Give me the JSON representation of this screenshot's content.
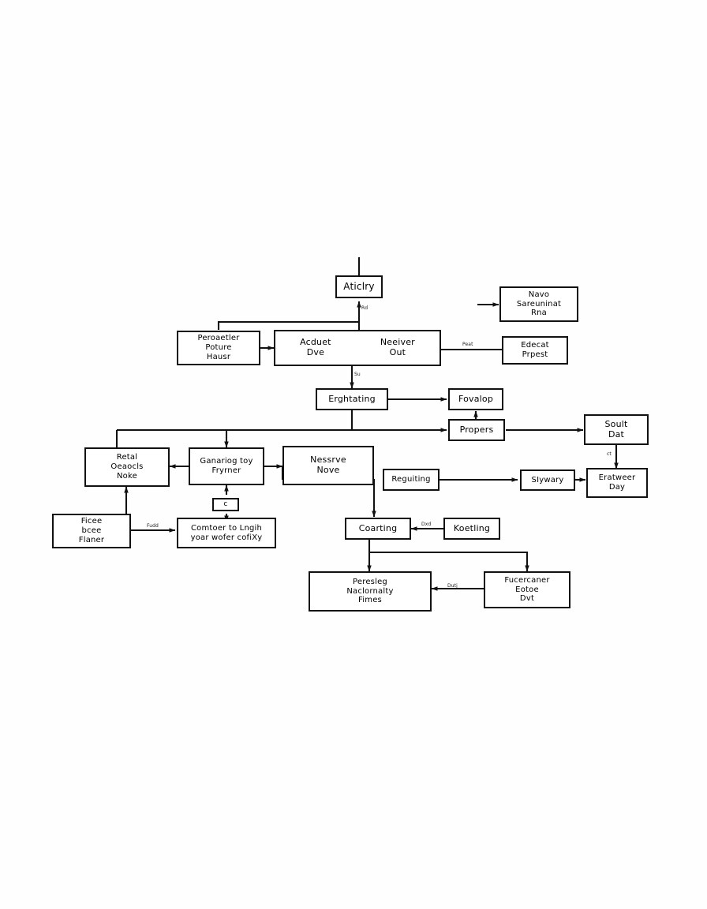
{
  "diagram": {
    "title": "flowchart",
    "background_color": "#fefefe",
    "stroke_color": "#111111",
    "node_fill": "#ffffff",
    "nodes": [
      {
        "id": "n_aticlry",
        "lines": [
          "Aticlry"
        ]
      },
      {
        "id": "n_navo",
        "lines": [
          "Navo",
          "Sareuninat",
          "Rna"
        ]
      },
      {
        "id": "n_peroaetler",
        "lines": [
          "Peroaetler",
          "Poture",
          "Hausr"
        ]
      },
      {
        "id": "n_acduet",
        "lines": [
          "Acduet",
          "Dve"
        ]
      },
      {
        "id": "n_neeiver",
        "lines": [
          "Neeiver",
          "Out"
        ]
      },
      {
        "id": "n_edecat",
        "lines": [
          "Edecat",
          "Prpest"
        ]
      },
      {
        "id": "n_erghtating",
        "lines": [
          "Erghtating"
        ]
      },
      {
        "id": "n_fovalop",
        "lines": [
          "Fovalop"
        ]
      },
      {
        "id": "n_propers",
        "lines": [
          "Propers"
        ]
      },
      {
        "id": "n_soult",
        "lines": [
          "Soult",
          "Dat"
        ]
      },
      {
        "id": "n_retal",
        "lines": [
          "Retal",
          "Oeaocls",
          "Noke"
        ]
      },
      {
        "id": "n_ganariog",
        "lines": [
          "Ganariog toy",
          "Fryrner"
        ]
      },
      {
        "id": "n_nessrve",
        "lines": [
          "Nessrve",
          "Nove"
        ]
      },
      {
        "id": "n_reguiting",
        "lines": [
          "Reguiting"
        ]
      },
      {
        "id": "n_sIywary",
        "lines": [
          "SIywary"
        ]
      },
      {
        "id": "n_eratweer",
        "lines": [
          "Eratweer",
          "Day"
        ]
      },
      {
        "id": "n_ficee",
        "lines": [
          "Ficee",
          "bcee",
          "Flaner"
        ]
      },
      {
        "id": "n_tiny",
        "lines": [
          "c"
        ]
      },
      {
        "id": "n_comtoer",
        "lines": [
          "Comtoer to Lngih",
          "yoar wofer cofiXy"
        ]
      },
      {
        "id": "n_coarting",
        "lines": [
          "Coarting"
        ]
      },
      {
        "id": "n_koetling",
        "lines": [
          "Koetling"
        ]
      },
      {
        "id": "n_peresleg",
        "lines": [
          "Peresleg",
          "Naclornalty",
          "Fimes"
        ]
      },
      {
        "id": "n_fucercaner",
        "lines": [
          "Fucercaner",
          "Eotoe",
          "Dvt"
        ]
      }
    ],
    "edge_labels": [
      {
        "id": "lbl_rd",
        "text": "Rd"
      },
      {
        "id": "lbl_peat",
        "text": "Peat"
      },
      {
        "id": "lbl_su",
        "text": "Su"
      },
      {
        "id": "lbl_ct",
        "text": "ct"
      },
      {
        "id": "lbl_dxd",
        "text": "Dxd"
      },
      {
        "id": "lbl_dutj",
        "text": "Dutj"
      },
      {
        "id": "lbl_fudd",
        "text": "Fudd"
      }
    ]
  }
}
